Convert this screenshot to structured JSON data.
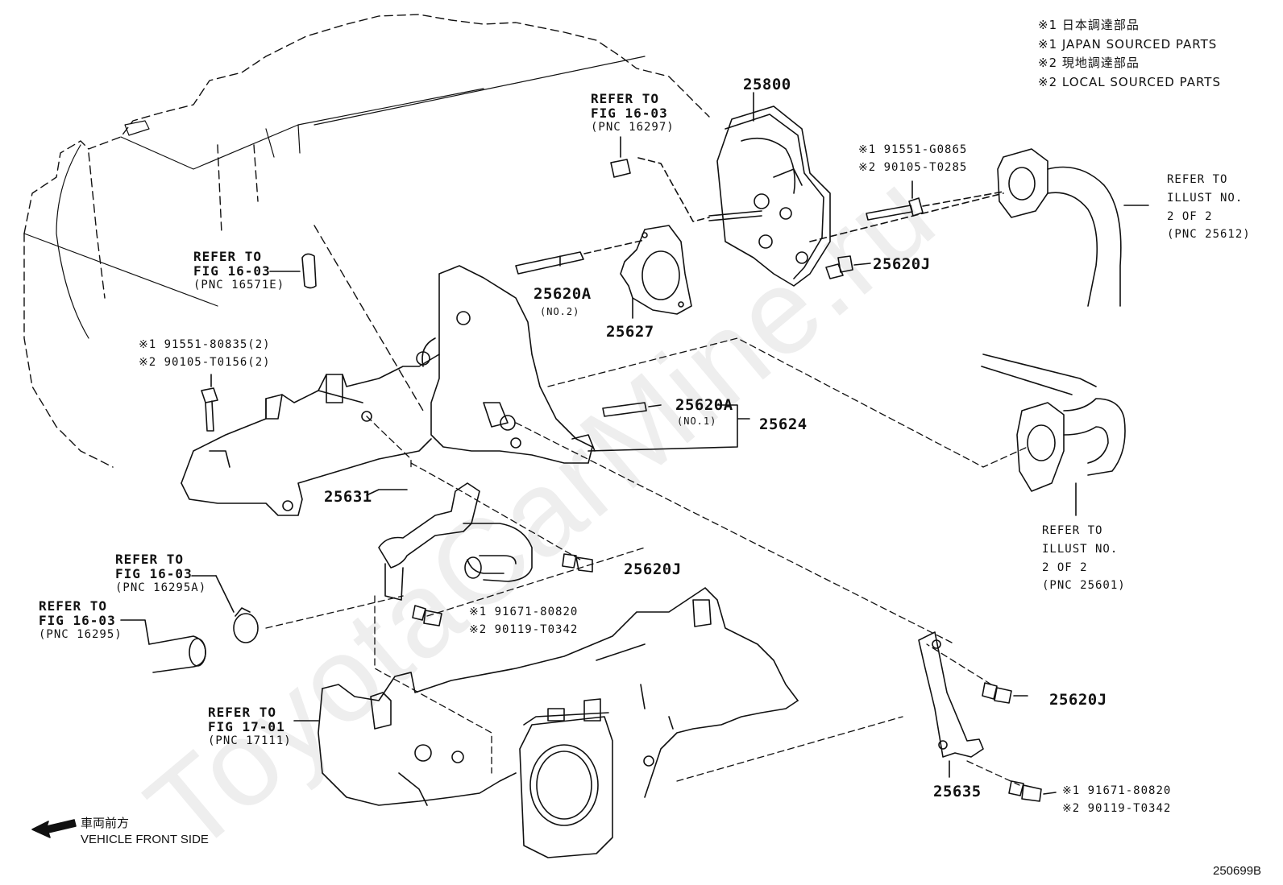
{
  "watermark": "ToyotaCarMine.ru",
  "legend": [
    "※1 日本調達部品",
    "※1 JAPAN SOURCED PARTS",
    "※2 現地調達部品",
    "※2 LOCAL SOURCED PARTS"
  ],
  "parts": {
    "p25800": "25800",
    "p25620A_1": "25620A",
    "p25620A_1_sub": "(NO.2)",
    "p25627": "25627",
    "p25620A_2": "25620A",
    "p25620A_2_sub": "(NO.1)",
    "p25624": "25624",
    "p25620J_1": "25620J",
    "p25631": "25631",
    "p25620J_2": "25620J",
    "p25620J_3": "25620J",
    "p25635": "25635"
  },
  "bolts": {
    "b1_line1": "※1 91551-G0865",
    "b1_line2": "※2 90105-T0285",
    "b2_line1": "※1 91551-80835(2)",
    "b2_line2": "※2 90105-T0156(2)",
    "b3_line1": "※1 91671-80820",
    "b3_line2": "※2 90119-T0342",
    "b4_line1": "※1 91671-80820",
    "b4_line2": "※2 90119-T0342"
  },
  "refs": {
    "r1": [
      "REFER TO",
      "FIG 16-03",
      "(PNC 16297)"
    ],
    "r2": [
      "REFER TO",
      "FIG 16-03",
      "(PNC 16571E)"
    ],
    "r3": [
      "REFER TO",
      "ILLUST NO.",
      "2 OF 2",
      "(PNC 25612)"
    ],
    "r4": [
      "REFER TO",
      "ILLUST NO.",
      "2 OF 2",
      "(PNC 25601)"
    ],
    "r5": [
      "REFER TO",
      "FIG 16-03",
      "(PNC 16295A)"
    ],
    "r6": [
      "REFER TO",
      "FIG 16-03",
      "(PNC 16295)"
    ],
    "r7": [
      "REFER TO",
      "FIG 17-01",
      "(PNC 17111)"
    ]
  },
  "front": {
    "jp": "車両前方",
    "en": "VEHICLE FRONT SIDE"
  },
  "figure_id": "250699B"
}
